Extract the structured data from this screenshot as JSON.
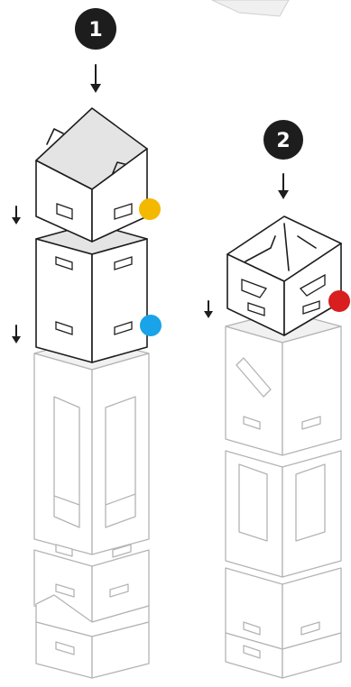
{
  "steps": [
    {
      "number": "1"
    },
    {
      "number": "2"
    }
  ],
  "markers": [
    {
      "name": "yellow-dot",
      "color": "#f5b800"
    },
    {
      "name": "blue-dot",
      "color": "#19a3e8"
    },
    {
      "name": "red-dot",
      "color": "#d81e1e"
    }
  ],
  "palette": {
    "ink": "#1d1d1d",
    "ghost": "#b4b4b4",
    "lid_gray": "#e4e4e4"
  }
}
